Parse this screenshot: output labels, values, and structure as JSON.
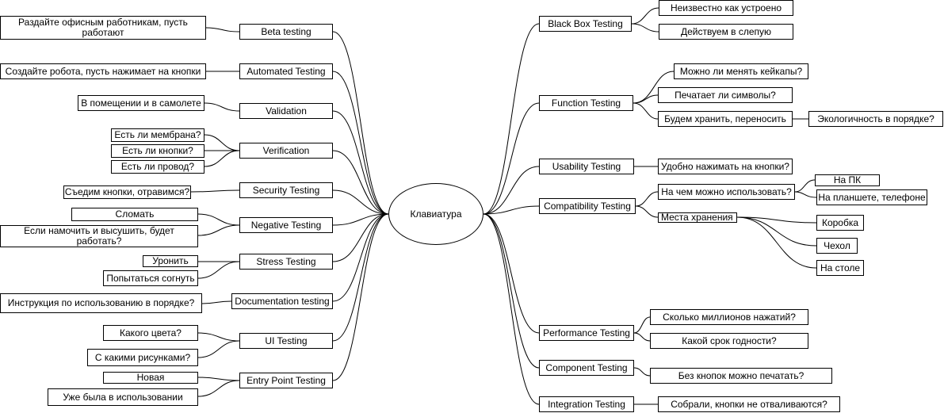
{
  "center": "Клавиатура",
  "left": [
    {
      "label": "Beta testing",
      "leaves": [
        "Раздайте офисным работникам, пусть работают"
      ]
    },
    {
      "label": "Automated Testing",
      "leaves": [
        "Создайте робота, пусть нажимает на кнопки"
      ]
    },
    {
      "label": "Validation",
      "leaves": [
        "В помещении и в самолете"
      ]
    },
    {
      "label": "Verification",
      "leaves": [
        "Есть ли мембрана?",
        "Есть ли кнопки?",
        "Есть ли провод?"
      ]
    },
    {
      "label": "Security Testing",
      "leaves": [
        "Съедим кнопки, отравимся?"
      ]
    },
    {
      "label": "Negative Testing",
      "leaves": [
        "Сломать",
        "Если намочить и высушить, будет работать?"
      ]
    },
    {
      "label": "Stress Testing",
      "leaves": [
        "Уронить",
        "Попытаться согнуть"
      ]
    },
    {
      "label": "Documentation testing",
      "leaves": [
        "Инструкция по использованию в порядке?"
      ]
    },
    {
      "label": "UI Testing",
      "leaves": [
        "Какого цвета?",
        "С какими рисунками?"
      ]
    },
    {
      "label": "Entry Point Testing",
      "leaves": [
        "Новая",
        "Уже была в использовании"
      ]
    }
  ],
  "right": [
    {
      "label": "Black Box Testing",
      "leaves": [
        "Неизвестно как устроено",
        "Действуем в слепую"
      ]
    },
    {
      "label": "Function Testing",
      "leaves": [
        "Можно ли менять кейкапы?",
        "Печатает ли символы?",
        "Будем хранить, переносить"
      ],
      "sub": [
        "Экологичность в порядке?"
      ]
    },
    {
      "label": "Usability Testing",
      "leaves": [
        "Удобно нажимать на кнопки?"
      ]
    },
    {
      "label": "Compatibility Testing",
      "leaves": [
        "На чем можно использовать?",
        "Места хранения"
      ],
      "sub_use": [
        "На ПК",
        "На планшете, телефоне"
      ],
      "sub_storage": [
        "Коробка",
        "Чехол",
        "На столе"
      ]
    },
    {
      "label": "Performance Testing",
      "leaves": [
        "Сколько миллионов нажатий?",
        "Какой срок годности?"
      ]
    },
    {
      "label": "Component Testing",
      "leaves": [
        "Без кнопок можно печатать?"
      ]
    },
    {
      "label": "Integration Testing",
      "leaves": [
        "Собрали, кнопки не отваливаются?"
      ]
    }
  ]
}
